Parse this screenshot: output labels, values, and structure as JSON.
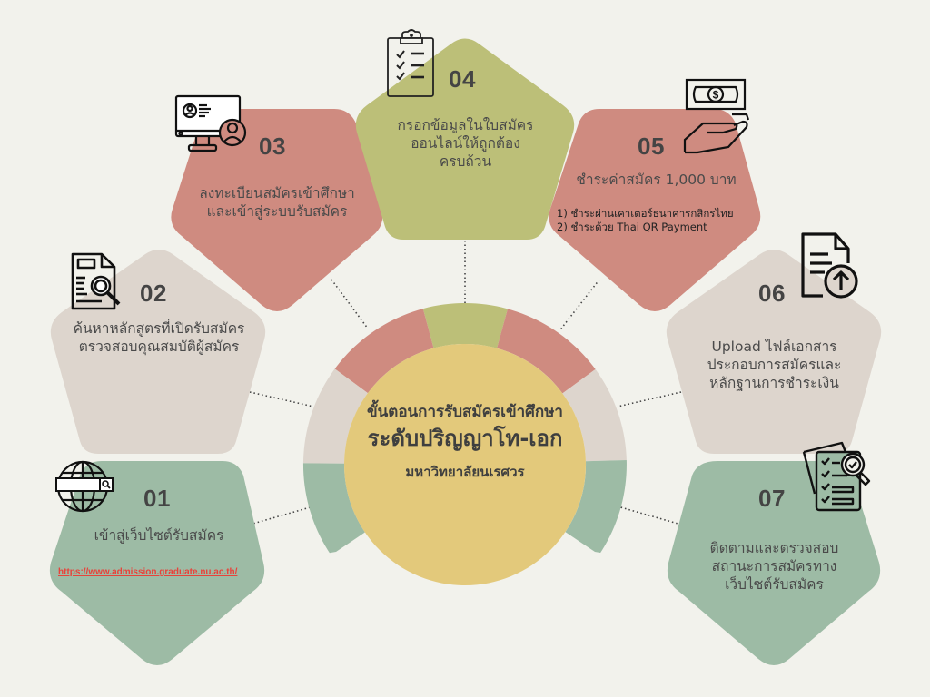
{
  "colors": {
    "background": "#f2f2ec",
    "green": "#9dbba5",
    "beige": "#ddd5cd",
    "salmon": "#cf8b80",
    "olive": "#bcbf78",
    "center": "#e3c97b",
    "text": "#444444",
    "link": "#e8423a"
  },
  "center": {
    "line1": "ขั้นตอนการรับสมัครเข้าศึกษา",
    "line2": "ระดับปริญญาโท-เอก",
    "line3": "มหาวิทยาลัยนเรศวร"
  },
  "steps": [
    {
      "number": "01",
      "icon": "globe-search-icon",
      "text": "เข้าสู่เว็บไซต์รับสมัคร",
      "link": "https://www.admission.graduate.nu.ac.th/",
      "color": "green"
    },
    {
      "number": "02",
      "icon": "document-search-icon",
      "text": "ค้นหาหลักสูตรที่เปิดรับสมัคร\nตรวจสอบคุณสมบัติผู้สมัคร",
      "color": "beige"
    },
    {
      "number": "03",
      "icon": "computer-user-icon",
      "text": "ลงทะเบียนสมัครเข้าศึกษา\nและเข้าสู่ระบบรับสมัคร",
      "color": "salmon"
    },
    {
      "number": "04",
      "icon": "clipboard-checklist-icon",
      "text": "กรอกข้อมูลในใบสมัคร\nออนไลน์ให้ถูกต้อง\nครบถ้วน",
      "color": "olive"
    },
    {
      "number": "05",
      "icon": "hand-money-icon",
      "text": "ชำระค่าสมัคร 1,000 บาท",
      "details": "1) ชำระผ่านเคาเตอร์ธนาคารกสิกรไทย\n2) ชำระด้วย Thai QR Payment",
      "color": "salmon"
    },
    {
      "number": "06",
      "icon": "file-upload-icon",
      "text": "Upload ไฟล์เอกสาร\nประกอบการสมัครและ\nหลักฐานการชำระเงิน",
      "color": "beige"
    },
    {
      "number": "07",
      "icon": "checklist-magnifier-icon",
      "text": "ติดตามและตรวจสอบ\nสถานะการสมัครทาง\nเว็บไซต์รับสมัคร",
      "color": "green"
    }
  ]
}
